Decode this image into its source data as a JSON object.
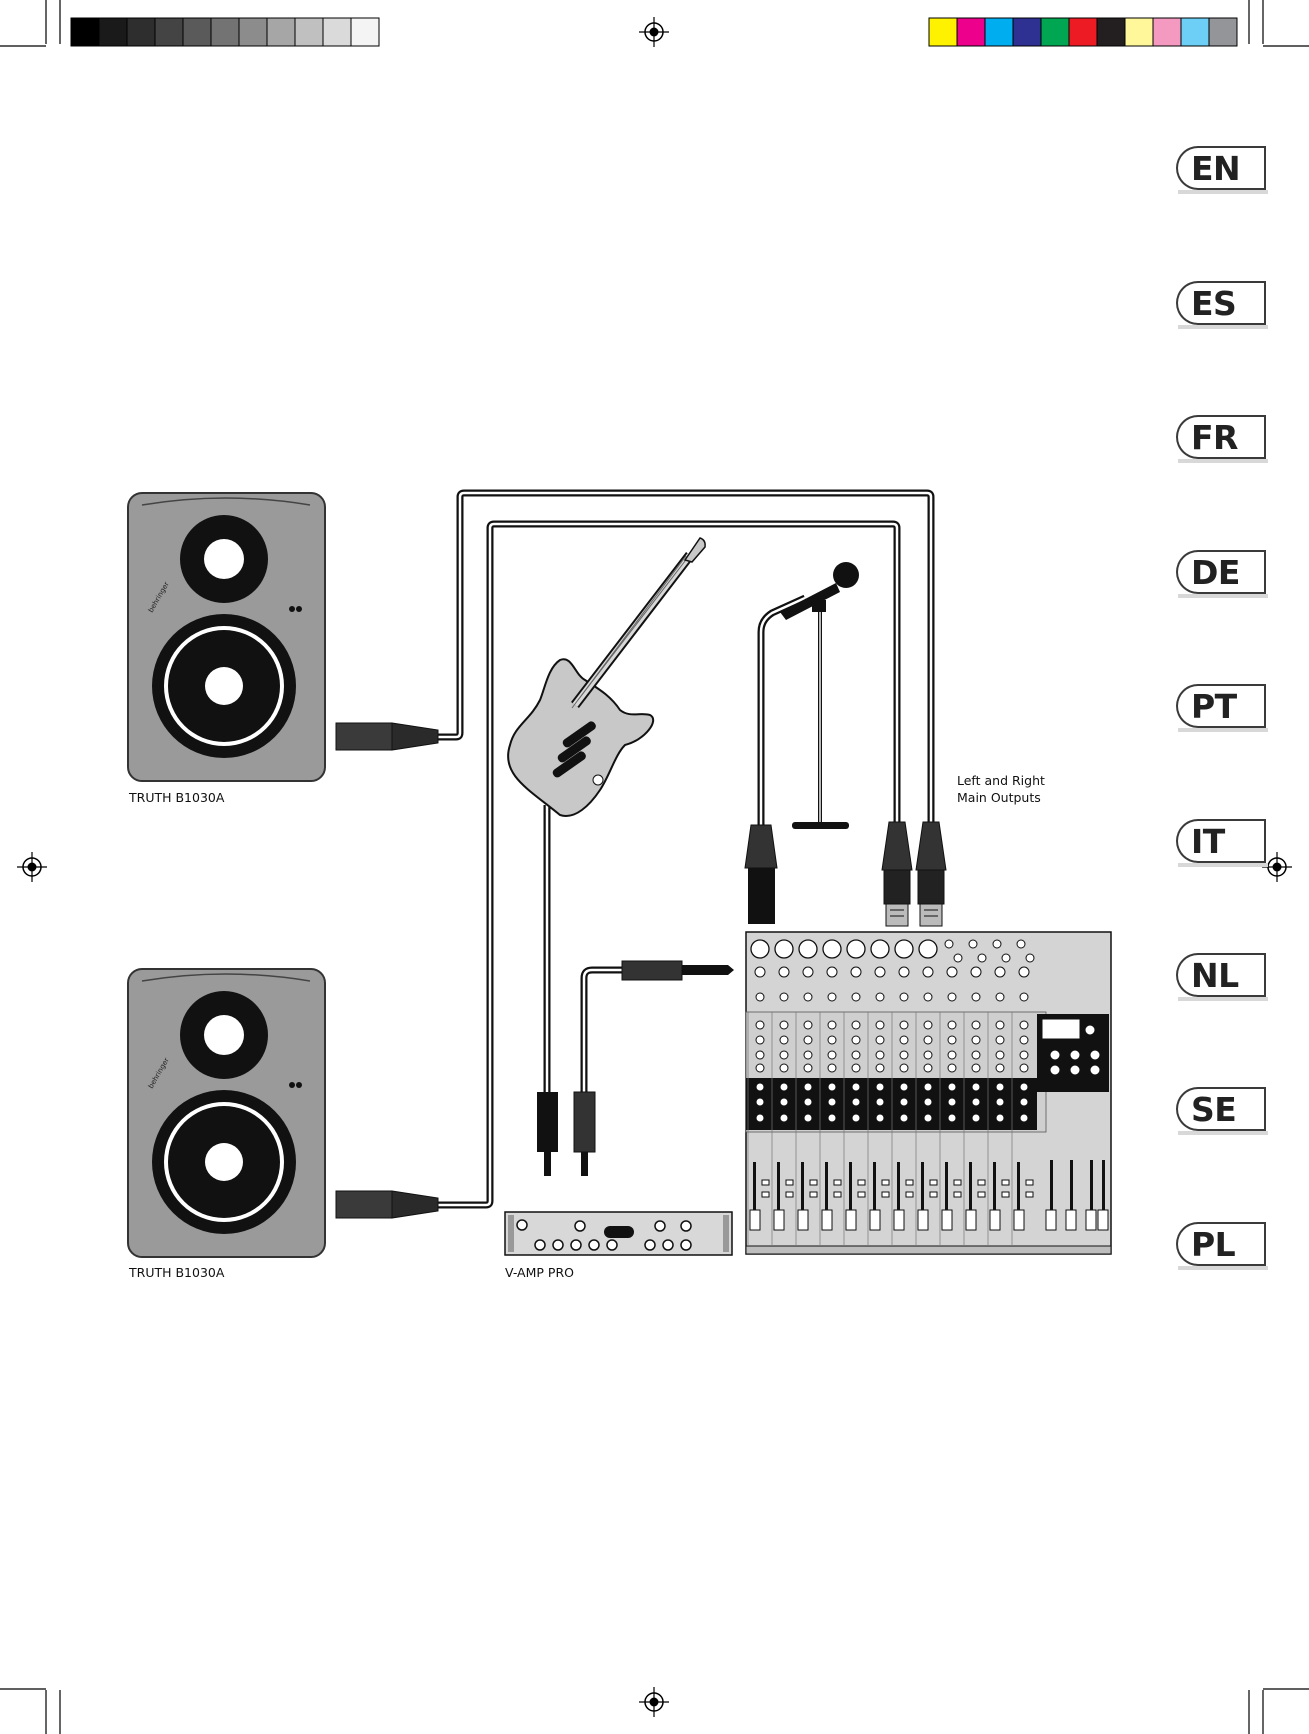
{
  "print_marks": {
    "grayscale_bar": [
      "#000000",
      "#1a1a1a",
      "#2e2e2e",
      "#444444",
      "#5a5a5a",
      "#737373",
      "#8c8c8c",
      "#a6a6a6",
      "#c0c0c0",
      "#dadada",
      "#f4f4f4"
    ],
    "color_bar": [
      "#fff200",
      "#ec008c",
      "#00aeef",
      "#2e3192",
      "#00a651",
      "#ed1c24",
      "#231f20",
      "#fff799",
      "#f49ac1",
      "#6dcff6",
      "#939598"
    ],
    "icons": [
      "registration-mark-icon",
      "crop-mark-icon"
    ]
  },
  "language_tabs": [
    "EN",
    "ES",
    "FR",
    "DE",
    "PT",
    "IT",
    "NL",
    "SE",
    "PL"
  ],
  "diagram": {
    "speaker_top_label": "TRUTH B1030A",
    "speaker_bottom_label": "TRUTH B1030A",
    "vamp_label": "V-AMP PRO",
    "outputs_label_line1": "Left and Right",
    "outputs_label_line2": "Main Outputs"
  },
  "colors": {
    "speaker_body": "#9a9a9a",
    "cable": "#1a1a1a",
    "mixer_panel": "#d4d4d4",
    "guitar_body": "#c8c8c8"
  }
}
